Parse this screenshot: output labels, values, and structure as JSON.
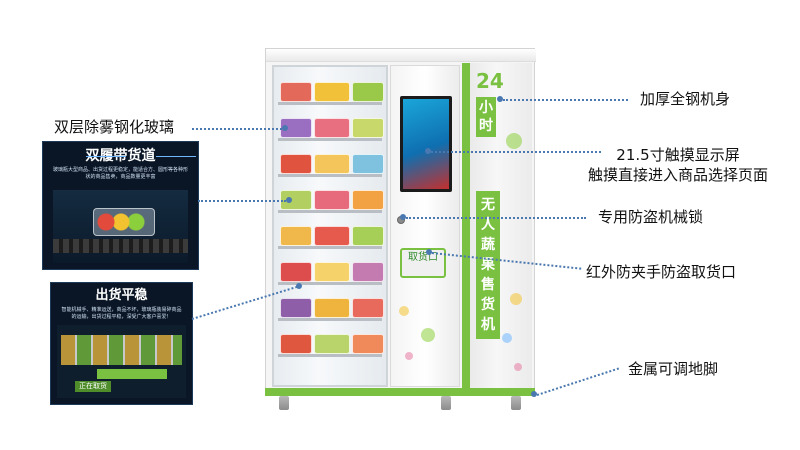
{
  "callouts": {
    "glass": "双层除雾钢化玻璃",
    "steel_body": "加厚全钢机身",
    "touchscreen_line1": "21.5寸触摸显示屏",
    "touchscreen_line2": "触摸直接进入商品选择页面",
    "lock": "专用防盗机械锁",
    "pickup_port": "红外防夹手防盗取货口",
    "feet": "金属可调地脚"
  },
  "panel_belt": {
    "title": "双履带货道",
    "description": "玻璃瓶大型商品、出货过程更稳定，能适合方、圆形等各种形状的商品售卖，商品数量更丰富"
  },
  "panel_stable": {
    "title": "出货平稳",
    "description": "智能机械手、精准运送，商品不坏，玻璃瓶装易碎商品的运输，出货过程平稳，深受广大客户喜爱！",
    "status_label": "正在取货"
  },
  "machine": {
    "hours_number": "24",
    "hours_text": "小时",
    "side_text": "无人蔬果售货机",
    "pickup_label": "取货口"
  },
  "colors": {
    "accent_green": "#7ac142",
    "callout_line": "#4a78b0",
    "panel_bg": "#0a1626"
  }
}
